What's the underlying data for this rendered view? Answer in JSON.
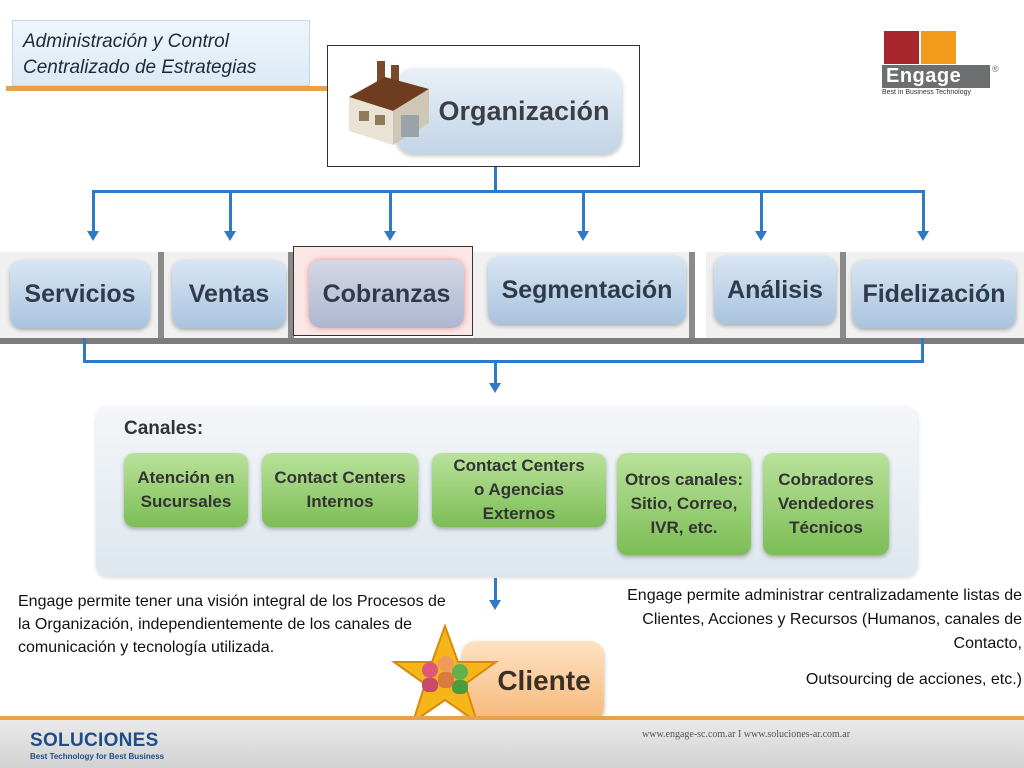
{
  "title": {
    "line1": "Administración y Control",
    "line2": "Centralizado de Estrategias"
  },
  "logo": {
    "word": "Engage",
    "reg": "®",
    "tagline": "Best in Business Technology",
    "colors": [
      "#a8272c",
      "#f39a1b",
      "#6d6e70"
    ]
  },
  "organization": {
    "label": "Organización",
    "icon": "factory-house-icon"
  },
  "processes": [
    {
      "label": "Servicios"
    },
    {
      "label": "Ventas"
    },
    {
      "label": "Cobranzas",
      "highlighted": true
    },
    {
      "label": "Segmentación"
    },
    {
      "label": "Análisis"
    },
    {
      "label": "Fidelización"
    }
  ],
  "canales": {
    "title": "Canales:",
    "items": [
      {
        "label": "Atención en\nSucursales"
      },
      {
        "label": "Contact Centers\nInternos"
      },
      {
        "label": "Contact Centers\no Agencias Externos"
      },
      {
        "label": "Otros canales:\nSitio, Correo,\nIVR, etc."
      },
      {
        "label": "Cobradores\nVendedores\nTécnicos"
      }
    ]
  },
  "cliente": {
    "label": "Cliente",
    "icon": "star-people-icon"
  },
  "notes": {
    "left": "Engage permite tener una visión integral de los Procesos de la Organización, independientemente de los canales de comunicación y tecnología utilizada.",
    "right": "Engage permite administrar centralizadamente listas de Clientes, Acciones y Recursos (Humanos, canales de Contacto,",
    "right2": "Outsourcing de acciones, etc.)"
  },
  "footer": {
    "brand": "SOLUCIONES",
    "tagline": "Best Technology for Best Business",
    "urls": "www.engage-sc.com.ar  I  www.soluciones-ar.com.ar"
  },
  "colors": {
    "accent_orange": "#e7a24b",
    "connector_blue": "#2e7ac4",
    "channel_green": "#8cc863",
    "process_blue": "#b7cde4"
  }
}
